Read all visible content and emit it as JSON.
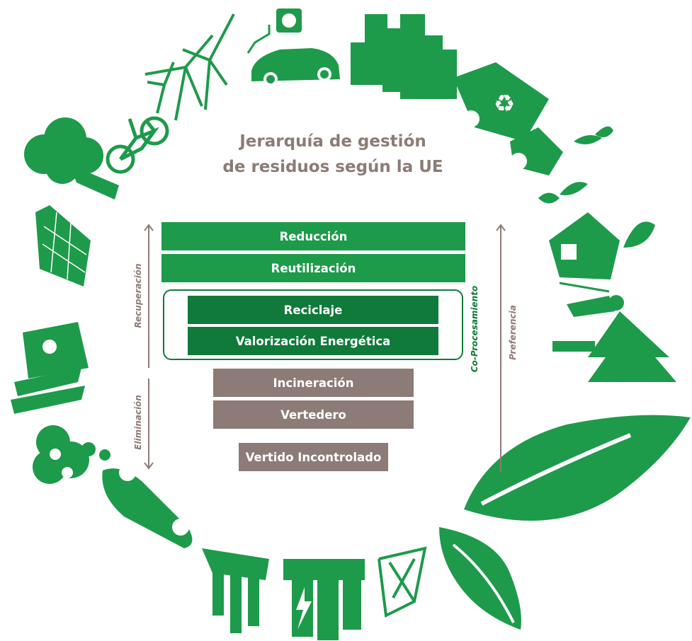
{
  "diagram": {
    "title_line1": "Jerarquía de gestión",
    "title_line2": "de residuos según la UE",
    "levels": {
      "reduccion": "Reducción",
      "reutilizacion": "Reutilización",
      "reciclaje": "Reciclaje",
      "valorizacion": "Valorización Energética",
      "incineracion": "Incineración",
      "vertedero": "Vertedero",
      "vertido": "Vertido Incontrolado"
    },
    "side_labels": {
      "recuperacion": "Recuperación",
      "eliminacion": "Eliminación",
      "coprocesamiento": "Co-Procesamiento",
      "preferencia": "Preferencia"
    }
  },
  "colors": {
    "green": "#1e9a4b",
    "dark_green": "#0f7a3a",
    "taupe": "#8c7b76"
  },
  "icons": [
    "tree-icon",
    "bicycle-icon",
    "wind-turbine-icon",
    "electric-car-icon",
    "plug-icon",
    "city-buildings-icon",
    "recycling-truck-icon",
    "sprout-icon",
    "house-icon",
    "diver-icon",
    "pine-tree-icon",
    "large-leaf-icon",
    "small-leaf-icon",
    "power-tower-icon",
    "battery-icon",
    "factory-icon",
    "green-car-icon",
    "co2-cloud-icon",
    "nuclear-plant-icon",
    "solar-panel-icon"
  ]
}
